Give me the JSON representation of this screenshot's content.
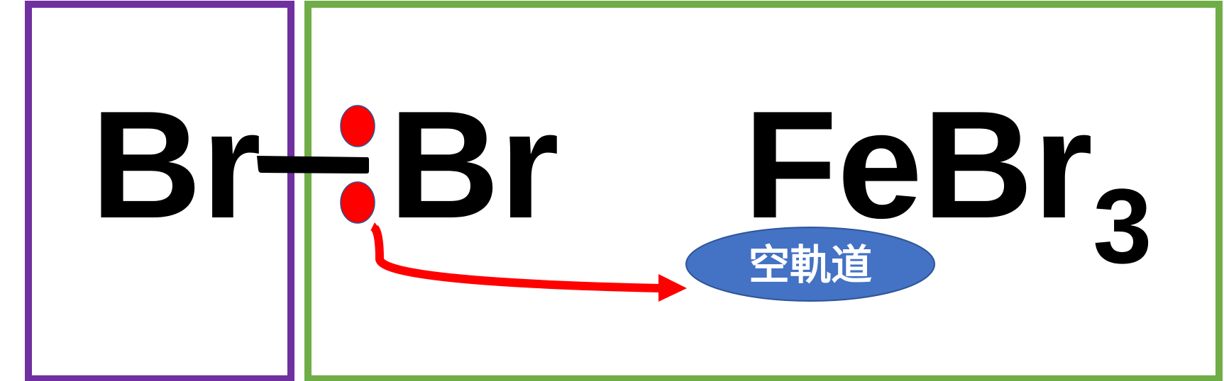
{
  "diagram": {
    "left_atom": "Br",
    "right_atom": "Br",
    "catalyst": {
      "formula": "FeBr",
      "subscript": "3"
    },
    "orbital_label": "空軌道",
    "colors": {
      "left_box": "#7030A0",
      "right_box": "#70AD47",
      "electron": "#FF0000",
      "electron_outline": "#2F5597",
      "arrow": "#FF0000",
      "orbital_fill": "#4472C4"
    }
  }
}
